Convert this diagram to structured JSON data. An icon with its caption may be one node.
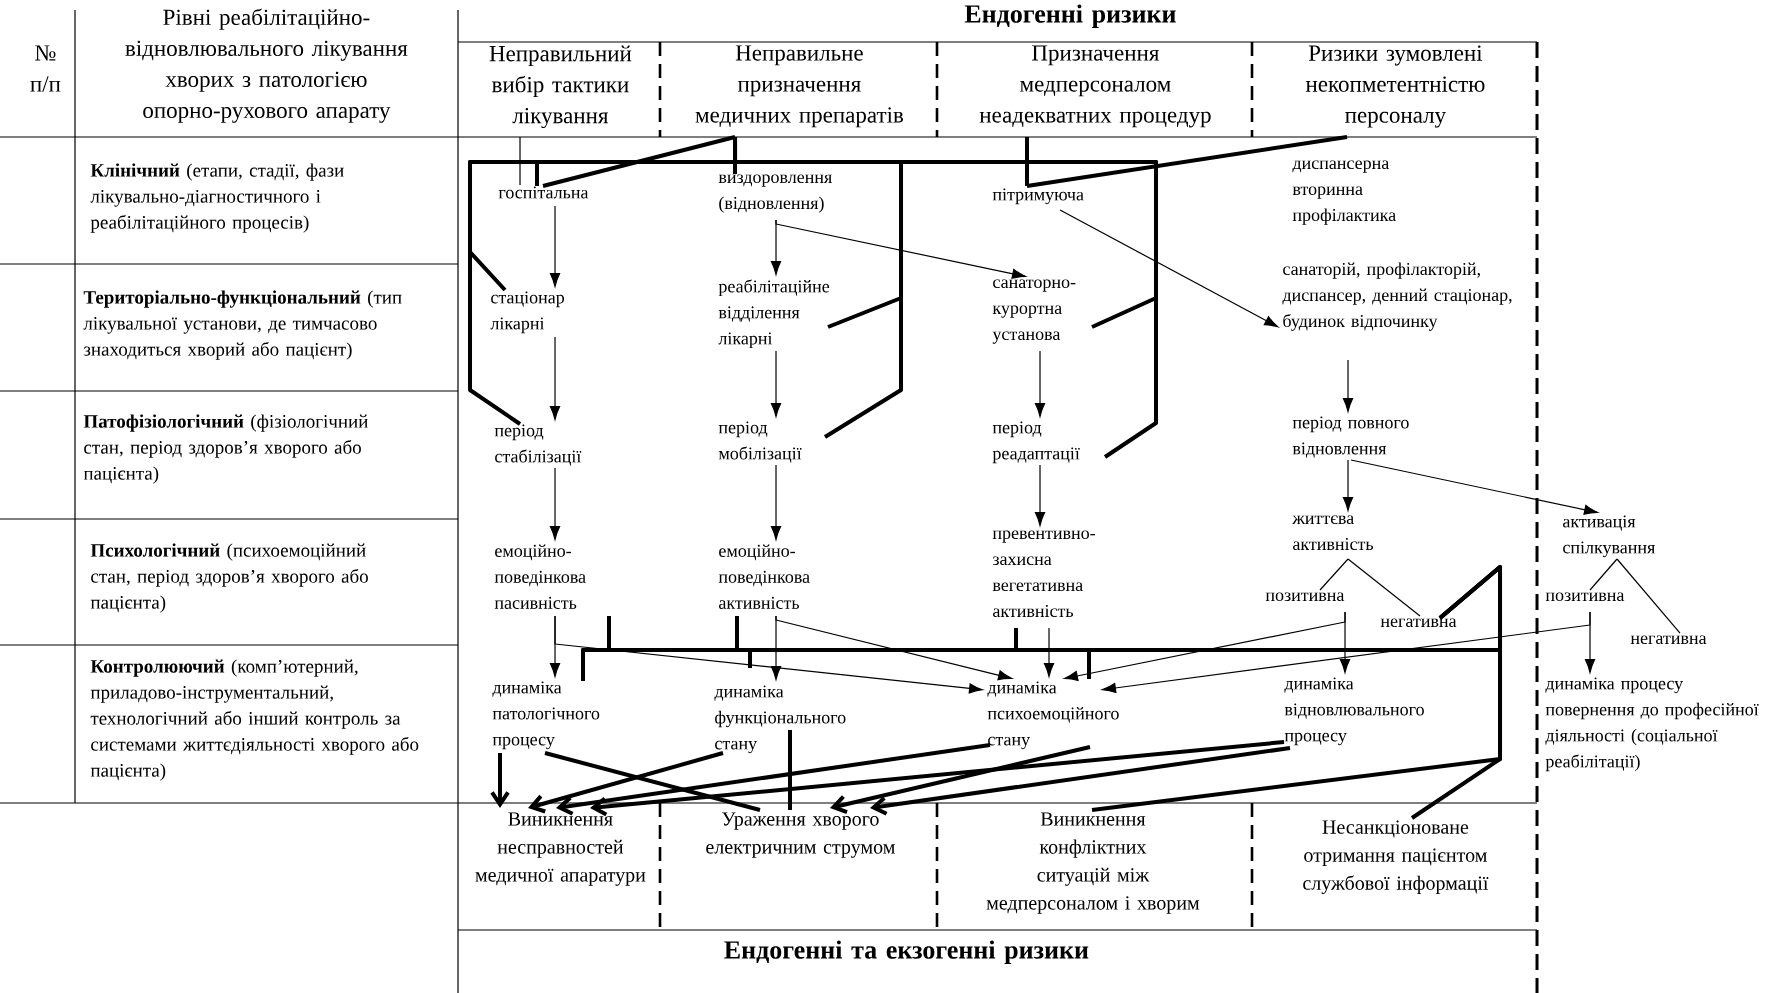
{
  "diagram": {
    "nodes": [
      {
        "text": [
          "№ п/п"
        ]
      },
      {
        "text": [
          "Рівні реабілітаційно-відновлювального лікування хворих з патологією опорно-рухового апарату"
        ]
      },
      {
        "text": [
          "Ендогенні ризики"
        ]
      },
      {
        "text": [
          "Неправильний вибір тактики лікування"
        ]
      },
      {
        "text": [
          "Неправильне призначення медичних препаратів"
        ]
      },
      {
        "text": [
          "Призначення медперсоналом неадекватних процедур"
        ]
      },
      {
        "text": [
          "Ризики зумовлені некопметентністю персоналу"
        ]
      },
      {
        "text": [
          "**Клінічний** (етапи, стадії, фази лікувально-діагностичного і реабілітаційного процесів)"
        ]
      },
      {
        "text": [
          "**Територіально-функціональний** (тип лікувальної установи, де тимчасово знаходиться хворий або пацієнт)"
        ]
      },
      {
        "text": [
          "**Патофізіологічний** (фізіологічний стан, період здоров’я хворого або пацієнта)"
        ]
      },
      {
        "text": [
          "**Психологічний** (психоемоційний стан, період здоров’я хворого або пацієнта)"
        ]
      },
      {
        "text": [
          "**Контролюючий** (комп’ютерний, приладово-інструментальний, технологічний або інший контроль за системами життєдіяльності хворого або пацієнта)"
        ]
      },
      {
        "text": [
          "госпітальна"
        ]
      },
      {
        "text": [
          "виздоровлення (відновлення)"
        ]
      },
      {
        "text": [
          "пітримуюча"
        ]
      },
      {
        "text": [
          "диспансерна вторинна профілактика"
        ]
      },
      {
        "text": [
          "стаціонар лікарні"
        ]
      },
      {
        "text": [
          "реабілітаційне відділення лікарні"
        ]
      },
      {
        "text": [
          "санаторно-курортна установа"
        ]
      },
      {
        "text": [
          "санаторій, профілакторій, диспансер, денний стаціонар, будинок відпочинку"
        ]
      },
      {
        "text": [
          "період стабілізації"
        ]
      },
      {
        "text": [
          "період мобілізації"
        ]
      },
      {
        "text": [
          "період реадаптації"
        ]
      },
      {
        "text": [
          "період повного відновлення"
        ]
      },
      {
        "text": [
          "емоційно-поведінкова пасивність"
        ]
      },
      {
        "text": [
          "емоційно-поведінкова активність"
        ]
      },
      {
        "text": [
          "превентивно-захисна вегетативна активність"
        ]
      },
      {
        "text": [
          "життєва активність"
        ]
      },
      {
        "text": [
          "активація спілкування"
        ]
      },
      {
        "text": [
          "позитивна"
        ]
      },
      {
        "text": [
          "негативна"
        ]
      },
      {
        "text": [
          "позитивна"
        ]
      },
      {
        "text": [
          "негативна"
        ]
      },
      {
        "text": [
          "динаміка патологічного процесу"
        ]
      },
      {
        "text": [
          "динаміка функціонального стану"
        ]
      },
      {
        "text": [
          "динаміка психоемоційного стану"
        ]
      },
      {
        "text": [
          "динаміка відновлювального процесу"
        ]
      },
      {
        "text": [
          "динаміка процесу повернення до професійної діяльності (соціальної реабілітації)"
        ]
      },
      {
        "text": [
          "Виникнення несправностей медичної апаратури"
        ]
      },
      {
        "text": [
          "Ураження хворого електричним струмом"
        ]
      },
      {
        "text": [
          "Виникнення конфліктних ситуацій між медперсоналом і хворим"
        ]
      },
      {
        "text": [
          "Несанкціоноване отримання пацієнтом службової інформації"
        ]
      },
      {
        "text": [
          "Ендогенні та екзогенні ризики"
        ]
      }
    ],
    "edges": [
      {
        "from": 3,
        "to": 12,
        "arrow": "none"
      },
      {
        "from": 4,
        "to": 12,
        "arrow": "none",
        "style": "thick"
      },
      {
        "from": 4,
        "to": 13,
        "arrow": "none",
        "style": "thick"
      },
      {
        "from": 4,
        "to": 16,
        "arrow": "none",
        "style": "thick"
      },
      {
        "from": 4,
        "to": 20,
        "arrow": "none",
        "style": "thick"
      },
      {
        "from": 4,
        "to": 17,
        "arrow": "none",
        "style": "thick"
      },
      {
        "from": 4,
        "to": 21,
        "arrow": "none",
        "style": "thick"
      },
      {
        "from": 4,
        "to": 18,
        "arrow": "none",
        "style": "thick"
      },
      {
        "from": 4,
        "to": 22,
        "arrow": "none",
        "style": "thick"
      },
      {
        "from": 5,
        "to": 14,
        "arrow": "none",
        "style": "thick"
      },
      {
        "from": 6,
        "to": 14,
        "arrow": "none",
        "style": "thick"
      },
      {
        "from": 12,
        "to": 16,
        "arrow": "to"
      },
      {
        "from": 16,
        "to": 20,
        "arrow": "to"
      },
      {
        "from": 20,
        "to": 24,
        "arrow": "to"
      },
      {
        "from": 24,
        "to": 33,
        "arrow": "to"
      },
      {
        "from": 13,
        "to": 17,
        "arrow": "to"
      },
      {
        "from": 13,
        "to": 18,
        "arrow": "to"
      },
      {
        "from": 17,
        "to": 21,
        "arrow": "to"
      },
      {
        "from": 21,
        "to": 25,
        "arrow": "to"
      },
      {
        "from": 25,
        "to": 34,
        "arrow": "to"
      },
      {
        "from": 14,
        "to": 19,
        "arrow": "to"
      },
      {
        "from": 18,
        "to": 22,
        "arrow": "to"
      },
      {
        "from": 22,
        "to": 26,
        "arrow": "to"
      },
      {
        "from": 26,
        "to": 35,
        "arrow": "to"
      },
      {
        "from": 19,
        "to": 23,
        "arrow": "to"
      },
      {
        "from": 23,
        "to": 27,
        "arrow": "to"
      },
      {
        "from": 23,
        "to": 28,
        "arrow": "to"
      },
      {
        "from": 27,
        "to": 29,
        "arrow": "none"
      },
      {
        "from": 27,
        "to": 30,
        "arrow": "none"
      },
      {
        "from": 28,
        "to": 31,
        "arrow": "none"
      },
      {
        "from": 28,
        "to": 32,
        "arrow": "none"
      },
      {
        "from": 29,
        "to": 36,
        "arrow": "to"
      },
      {
        "from": 29,
        "to": 35,
        "arrow": "to"
      },
      {
        "from": 31,
        "to": 37,
        "arrow": "to"
      },
      {
        "from": 31,
        "to": 35,
        "arrow": "to"
      },
      {
        "from": 24,
        "to": 35,
        "arrow": "to"
      },
      {
        "from": 25,
        "to": 35,
        "arrow": "to"
      },
      {
        "from": 24,
        "to": 33,
        "arrow": "none",
        "style": "thick"
      },
      {
        "from": 25,
        "to": 34,
        "arrow": "none",
        "style": "thick"
      },
      {
        "from": 26,
        "to": 33,
        "arrow": "none",
        "style": "thick"
      },
      {
        "from": 30,
        "to": 33,
        "arrow": "none",
        "style": "thick"
      },
      {
        "from": 30,
        "to": 40,
        "arrow": "none",
        "style": "thick"
      },
      {
        "from": 30,
        "to": 41,
        "arrow": "none",
        "style": "thick"
      },
      {
        "from": 33,
        "to": 38,
        "arrow": "to",
        "style": "thick"
      },
      {
        "from": 34,
        "to": 38,
        "arrow": "to",
        "style": "thick"
      },
      {
        "from": 35,
        "to": 38,
        "arrow": "to",
        "style": "thick"
      },
      {
        "from": 36,
        "to": 38,
        "arrow": "to",
        "style": "thick"
      },
      {
        "from": 35,
        "to": 39,
        "arrow": "to",
        "style": "thick"
      },
      {
        "from": 36,
        "to": 39,
        "arrow": "to",
        "style": "thick"
      },
      {
        "from": 33,
        "to": 39,
        "arrow": "none",
        "style": "thick"
      },
      {
        "from": 34,
        "to": 39,
        "arrow": "none",
        "style": "thick"
      },
      {
        "from": 4,
        "to": 12,
        "arrow": "none",
        "style": "thick"
      },
      {
        "from": 26,
        "to": 35,
        "arrow": "none",
        "style": "thick"
      }
    ]
  }
}
